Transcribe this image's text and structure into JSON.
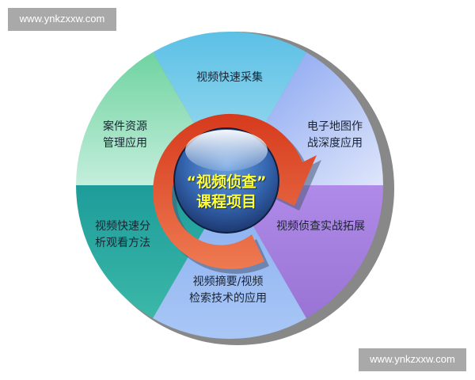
{
  "watermarks": {
    "top_left": "www.ynkzxxw.com",
    "bottom_right": "www.ynkzxxw.com"
  },
  "diagram": {
    "type": "cycle-wheel",
    "center": {
      "line1": "“视频侦查”",
      "line2": "课程项目"
    },
    "segments": [
      {
        "id": "top",
        "line1": "视频快速采集",
        "line2": "",
        "color": "#6fcbe8"
      },
      {
        "id": "upper-right",
        "line1": "电子地图作",
        "line2": "战深度应用",
        "color": "#b8c8f4"
      },
      {
        "id": "lower-right",
        "line1": "视频侦查实战拓展",
        "line2": "",
        "color": "#a585e0"
      },
      {
        "id": "bottom",
        "line1": "视频摘要/视频",
        "line2": "检索技术的应用",
        "color": "#93b8f2"
      },
      {
        "id": "lower-left",
        "line1": "视频快速分",
        "line2": "析观看方法",
        "color": "#2aa7a3"
      },
      {
        "id": "upper-left",
        "line1": "案件资源",
        "line2": "管理应用",
        "color": "#8fdcb8"
      }
    ],
    "colors": {
      "arrow": "#e0502a",
      "sphere": "#3d6fb8",
      "shadow": "#888888",
      "center_text": "#ffff33"
    }
  }
}
